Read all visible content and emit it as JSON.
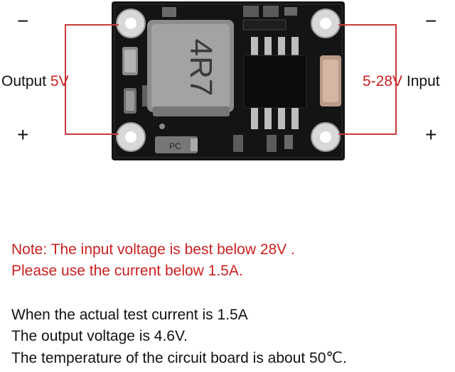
{
  "diagram": {
    "output_label": "Output",
    "output_voltage": "5V",
    "input_voltage": "5-28V",
    "input_label": "Input",
    "minus_sign": "−",
    "plus_sign": "+",
    "inductor_marking": "4R7",
    "pc_marking": "PC"
  },
  "notes": {
    "warning_line1": "Note: The input voltage is best below 28V .",
    "warning_line2": "Please use the current below 1.5A.",
    "info_line1": "When the actual test current is 1.5A",
    "info_line2": "The output voltage is 4.6V.",
    "info_line3": "The temperature of the circuit board is about 50℃."
  },
  "colors": {
    "accent_red": "#cc1f1f",
    "wire_red": "#c83a3a",
    "pcb": "#141414"
  }
}
